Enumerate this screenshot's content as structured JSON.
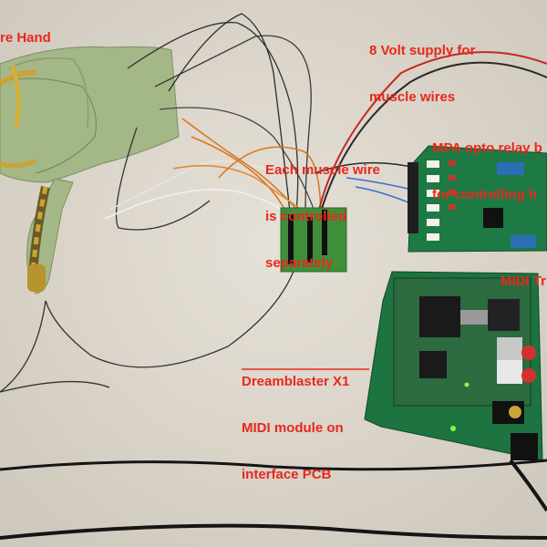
{
  "labels": {
    "hand": "re Hand",
    "supply_line1": "8 Volt supply for",
    "supply_line2": "muscle wires",
    "relay_line1": "MPA opto relay b",
    "relay_line2": "for controlling h",
    "muscle_line1": "Each muscle wire",
    "muscle_line2": "is controlled",
    "muscle_line3": "separately",
    "midi_tr": "MIDI Tr",
    "dream_line1": "Dreamblaster X1",
    "dream_line2": "MIDI module on",
    "dream_line3": "interface PCB"
  },
  "colors": {
    "background": "#dcd6cc",
    "label_red": "#e8281c",
    "pcb_green": "#1d7a45",
    "hand_green": "#9bb07c",
    "tape_gold": "#c9a436"
  }
}
